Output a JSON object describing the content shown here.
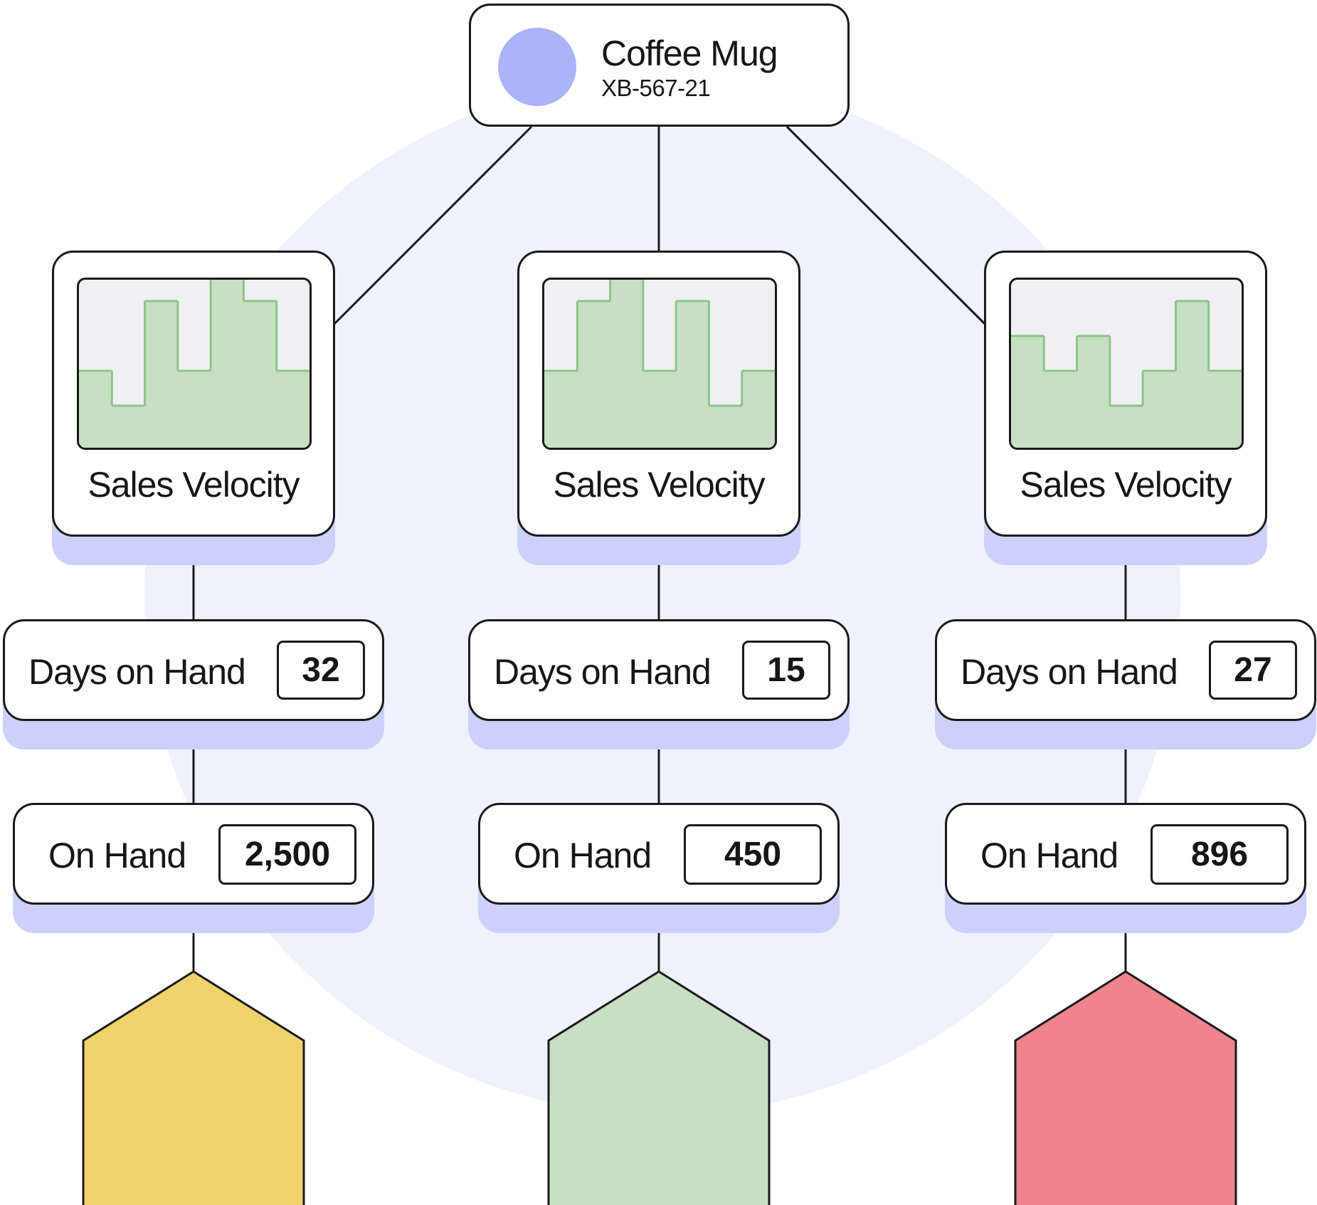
{
  "product": {
    "name": "Coffee Mug",
    "sku": "XB-567-21"
  },
  "colors": {
    "background_circle": "#eff1fd",
    "shadow": "#ccd1fb",
    "avatar": "#abb3f9",
    "chart_fill": "#c8dec5",
    "chart_line": "#8cc587",
    "chart_bg": "#f0f0f4",
    "outline": "#1a1a1a"
  },
  "branches": [
    {
      "chart_label": "Sales Velocity",
      "chart_values": [
        2,
        1,
        4,
        2,
        5,
        4,
        2
      ],
      "days_on_hand_label": "Days on Hand",
      "days_on_hand": "32",
      "on_hand_label": "On Hand",
      "on_hand": "2,500",
      "status_color": "#efd26b",
      "status_icon": "house-shape-icon"
    },
    {
      "chart_label": "Sales Velocity",
      "chart_values": [
        2,
        4,
        5,
        2,
        4,
        1,
        2
      ],
      "days_on_hand_label": "Days on Hand",
      "days_on_hand": "15",
      "on_hand_label": "On Hand",
      "on_hand": "450",
      "status_color": "#c8dec5",
      "status_icon": "house-shape-icon"
    },
    {
      "chart_label": "Sales Velocity",
      "chart_values": [
        3,
        2,
        3,
        1,
        2,
        4,
        2
      ],
      "days_on_hand_label": "Days on Hand",
      "days_on_hand": "27",
      "on_hand_label": "On Hand",
      "on_hand": "896",
      "status_color": "#ef858c",
      "status_icon": "house-shape-icon"
    }
  ]
}
